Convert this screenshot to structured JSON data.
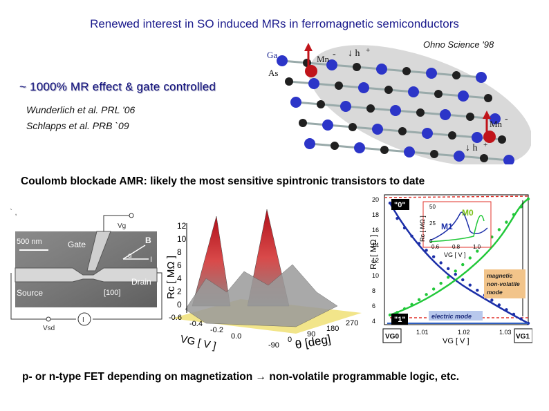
{
  "slide": {
    "title": "Renewed interest in SO induced MRs in ferromagnetic semiconductors",
    "ohno_ref": "Ohno Science '98",
    "mr_effect": "~ 1000% MR effect & gate controlled",
    "refs": [
      "Wunderlich et al. PRL '06",
      "Schlapps et al. PRB `09"
    ],
    "coulomb_heading": "Coulomb blockade AMR: likely the most sensitive spintronic transistors to date",
    "bottom_line": "p- or n-type FET depending on magnetization → non-volatile programmable logic, etc.",
    "stray_mark": "` ,"
  },
  "crystal": {
    "labels": {
      "ga": "Ga",
      "as": "As",
      "mn_top": "Mn",
      "mn_bottom": "Mn",
      "minus": "-",
      "h_top": "↓ h",
      "h_bottom": "↓ h",
      "plus": "+"
    },
    "colors": {
      "ga": "#2c35c8",
      "as": "#202020",
      "mn": "#c0141a",
      "halo": "#c8c8c8"
    }
  },
  "sem": {
    "scale": "500 nm",
    "gate": "Gate",
    "source": "Source",
    "drain": "Drain",
    "direction": "[100]",
    "b": "B",
    "alpha": "α",
    "current": "I",
    "vg": "Vg",
    "vsd": "Vsd",
    "meter": "I"
  },
  "plot3d": {
    "zlabel": "Rc [ MΩ ]",
    "zticks": [
      "12",
      "10",
      "8",
      "6",
      "4",
      "2",
      "0"
    ],
    "xlabel": "VG [ V ]",
    "xticks": [
      "-0.6",
      "-0.4",
      "-0.2",
      "0.0"
    ],
    "ylabel": "θ [deg]",
    "yticks": [
      "-90",
      "0",
      "90",
      "180",
      "270"
    ]
  },
  "plot2d": {
    "ylabel": "Rc [ MΩ ]",
    "yticks": [
      "20",
      "18",
      "16",
      "14",
      "12",
      "10",
      "8",
      "6",
      "4"
    ],
    "xlabel": "VG [ V ]",
    "xticks": [
      "1.01",
      "1.02",
      "1.03"
    ],
    "state0": "\"0\"",
    "state1": "\"1\"",
    "vg0": "VG0",
    "vg1": "VG1",
    "magnetic_mode": "magnetic non-volatile mode",
    "electric_mode": "electric mode",
    "inset": {
      "ylabel": "Rc [ MΩ ]",
      "yticks": [
        "50",
        "25",
        "0"
      ],
      "xticks": [
        "0.6",
        "0.8",
        "1.0"
      ],
      "xlabel": "VG [ V ]",
      "m0": "M0",
      "m1": "M1"
    },
    "colors": {
      "blue": "#1c2fa8",
      "green": "#22c83a",
      "red": "#e0302a",
      "orange": "#f2c48a"
    }
  }
}
